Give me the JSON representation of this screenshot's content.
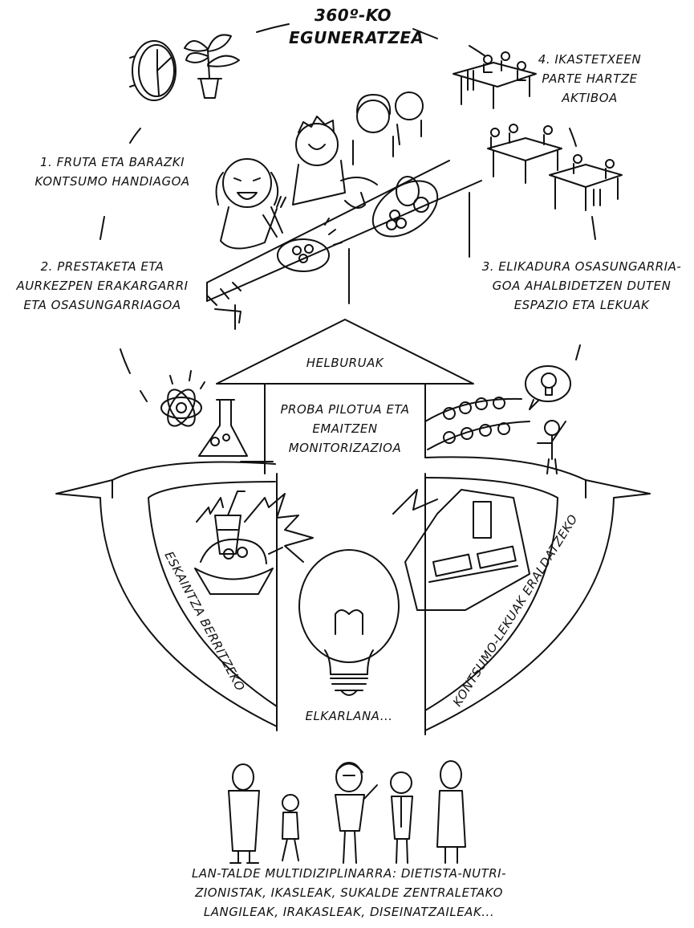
{
  "title": {
    "line1": "360º-KO",
    "line2": "EGUNERATZEA"
  },
  "objectives": [
    {
      "line1": "1. FRUTA ETA BARAZKI",
      "line2": "KONTSUMO HANDIAGOA"
    },
    {
      "line1": "2. PRESTAKETA ETA",
      "line2": "AURKEZPEN ERAKARGARRI",
      "line3": "ETA OSASUNGARRIAGOA"
    },
    {
      "line1": "3. ELIKADURA OSASUNGARRIA-",
      "line2": "GOA AHALBIDETZEN DUTEN",
      "line3": "ESPAZIO ETA LEKUAK"
    },
    {
      "line1": "4. IKASTETXEEN",
      "line2": "PARTE HARTZE",
      "line3": "AKTIBOA"
    }
  ],
  "roof_label": "HELBURUAK",
  "pilot": {
    "line1": "PROBA PILOTUA ETA",
    "line2": "EMAITZEN",
    "line3": "MONITORIZAZIOA"
  },
  "left_arrow_label": "ESKAINTZA BERRITZEKO",
  "right_arrow_label": "KONTSUMO-LEKUAK ERALDATZEKO",
  "collab_label": "ELKARLANA...",
  "team": {
    "line1": "LAN-TALDE MULTIDIZIPLINARRA: DIETISTA-NUTRI-",
    "line2": "ZIONISTAK, IKASLEAK, SUKALDE ZENTRALETAKO",
    "line3": "LANGILEAK, IRAKASLEAK, DISEINATZAILEAK..."
  },
  "icons": [
    "clock-icon",
    "plant-icon",
    "meeting-tables-icon",
    "children-eating-illustration",
    "atom-icon",
    "flask-icon",
    "audience-icon",
    "lightbulb-icon",
    "drink-icon",
    "cupcake-icon",
    "floor-plan-icon",
    "team-people-icon"
  ]
}
